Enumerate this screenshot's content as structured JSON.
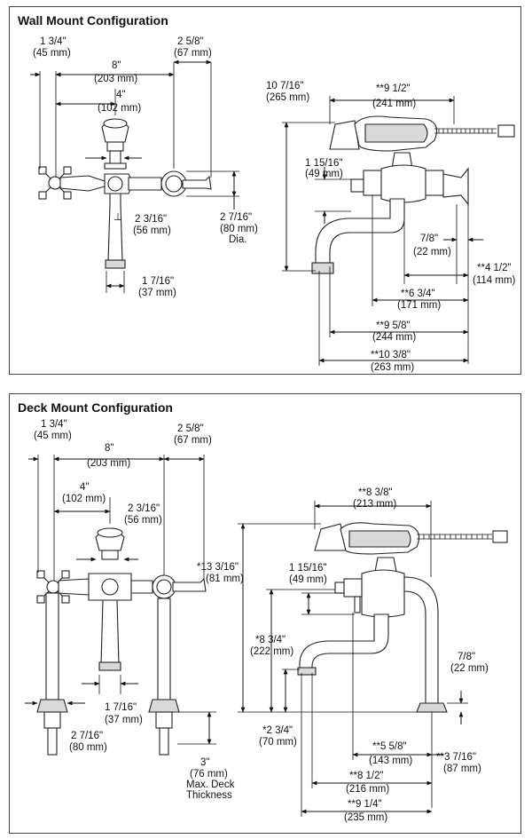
{
  "wall": {
    "title": "Wall Mount Configuration",
    "dims": {
      "a1": "1 3/4\"",
      "a2": "(45 mm)",
      "b1": "8\"",
      "b2": "(203 mm)",
      "c1": "2 5/8\"",
      "c2": "(67 mm)",
      "d1": "4\"",
      "d2": "(102 mm)",
      "e1": "2 3/16\"",
      "e2": "(56 mm)",
      "f1": "2 7/16\"",
      "f2": "(80 mm)",
      "f3": "Dia.",
      "g1": "1 7/16\"",
      "g2": "(37 mm)",
      "h1": "10 7/16\"",
      "h2": "(265 mm)",
      "i1": "**9 1/2\"",
      "i2": "(241 mm)",
      "j1": "1 15/16\"",
      "j2": "(49 mm)",
      "k1": "7/8\"",
      "k2": "(22 mm)",
      "l1": "**4 1/2\"",
      "l2": "(114 mm)",
      "m1": "**6 3/4\"",
      "m2": "(171 mm)",
      "n1": "**9 5/8\"",
      "n2": "(244 mm)",
      "o1": "**10 3/8\"",
      "o2": "(263 mm)"
    }
  },
  "deck": {
    "title": "Deck Mount Configuration",
    "dims": {
      "a1": "1 3/4\"",
      "a2": "(45 mm)",
      "b1": "8\"",
      "b2": "(203 mm)",
      "c1": "2 5/8\"",
      "c2": "(67 mm)",
      "d1": "4\"",
      "d2": "(102 mm)",
      "e1": "2 3/16\"",
      "e2": "(56 mm)",
      "f1": "1 7/16\"",
      "f2": "(37 mm)",
      "g1": "2 7/16\"",
      "g2": "(80 mm)",
      "h1": "3\"",
      "h2": "(76 mm)",
      "h3": "Max. Deck",
      "h4": "Thickness",
      "i1": "**8 3/8\"",
      "i2": "(213 mm)",
      "j1": "*13 3/16\"",
      "j2": "(81 mm)",
      "k1": "1 15/16\"",
      "k2": "(49 mm)",
      "l1": "*8 3/4\"",
      "l2": "(222 mm)",
      "m1": "7/8\"",
      "m2": "(22 mm)",
      "n1": "*2 3/4\"",
      "n2": "(70 mm)",
      "o1": "**5 5/8\"",
      "o2": "(143 mm)",
      "p1": "**3 7/16\"",
      "p2": "(87 mm)",
      "q1": "**8 1/2\"",
      "q2": "(216 mm)",
      "r1": "**9 1/4\"",
      "r2": "(235 mm)"
    }
  }
}
